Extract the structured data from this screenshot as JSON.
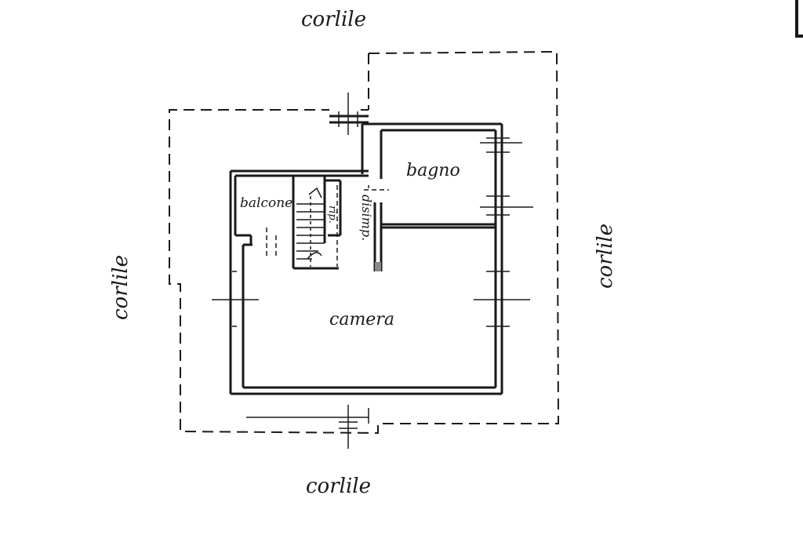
{
  "labels": {
    "courtyard_top": "corlile",
    "courtyard_bottom": "corlile",
    "courtyard_left": "corlile",
    "courtyard_right": "corlile",
    "bathroom": "bagno",
    "balcony": "balcone",
    "hallway": "disimp.",
    "closet": "rip.",
    "bedroom": "camera"
  },
  "colors": {
    "ink": "#1a1a1a",
    "paper": "#ffffff"
  }
}
